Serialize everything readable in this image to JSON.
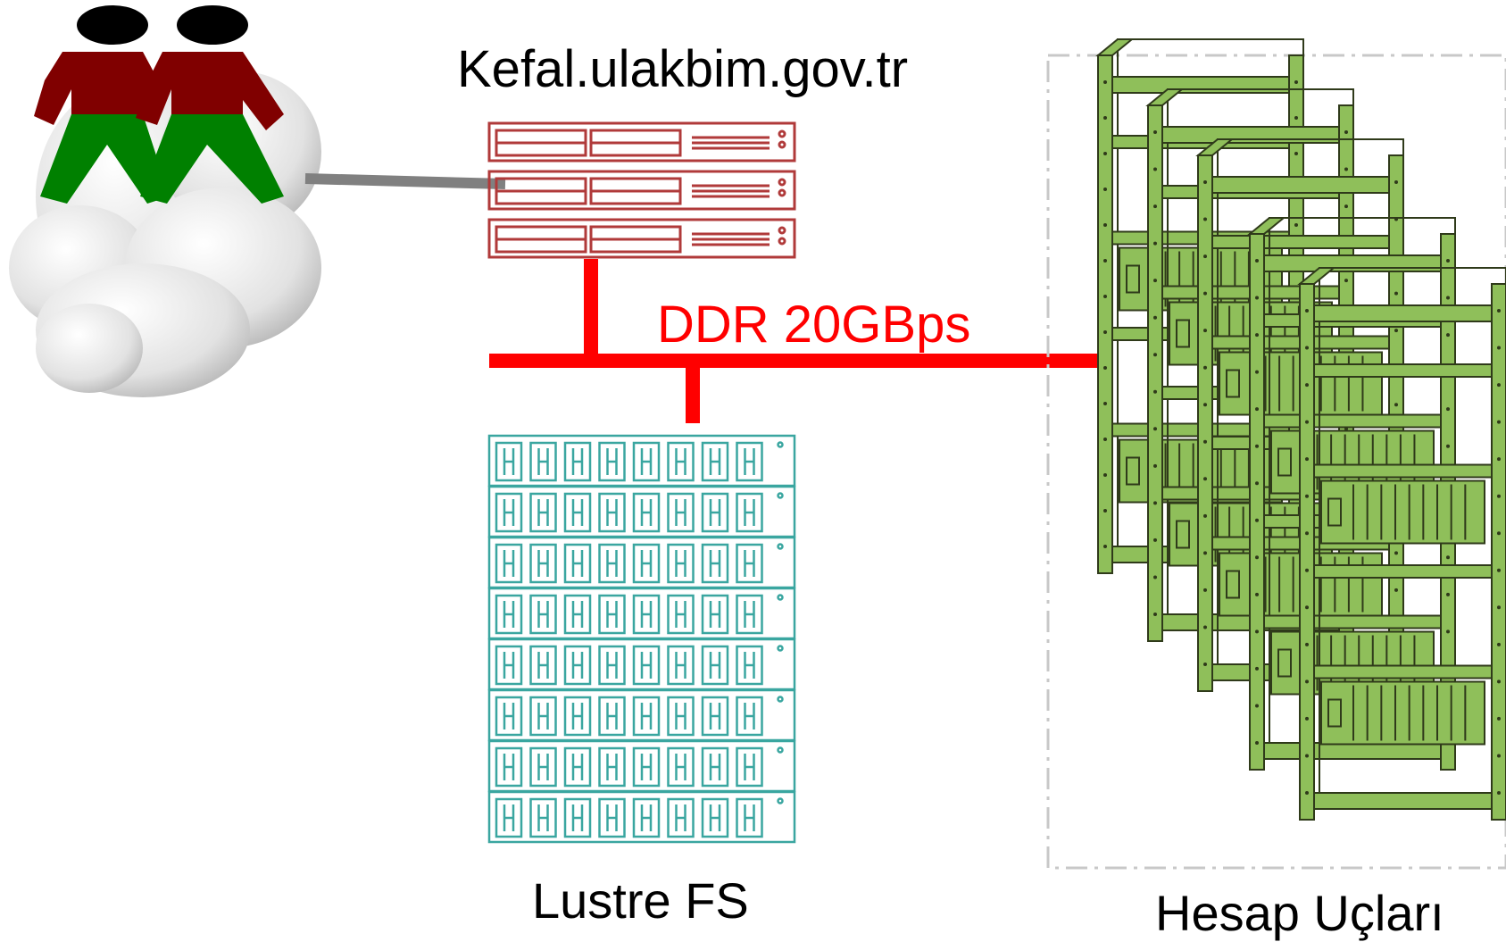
{
  "labels": {
    "head_node": "Kefal.ulakbim.gov.tr",
    "network": "DDR  20GBps",
    "storage": "Lustre FS",
    "compute": "Hesap Uçları"
  },
  "colors": {
    "network": "#ff0000",
    "head_node": "#b03a3a",
    "storage": "#3aa6a0",
    "compute_fill": "#8fbf5a",
    "compute_stroke": "#2f3a1a",
    "user_shirt": "#800000",
    "user_pants": "#008000",
    "user_head": "#000000",
    "cloud": "#d8d8d8",
    "link": "#808080"
  },
  "icons": {
    "users": "users-icon",
    "cloud": "cloud-icon",
    "head_server": "server-rack-icon",
    "storage": "storage-array-icon",
    "compute": "compute-cluster-icon"
  }
}
